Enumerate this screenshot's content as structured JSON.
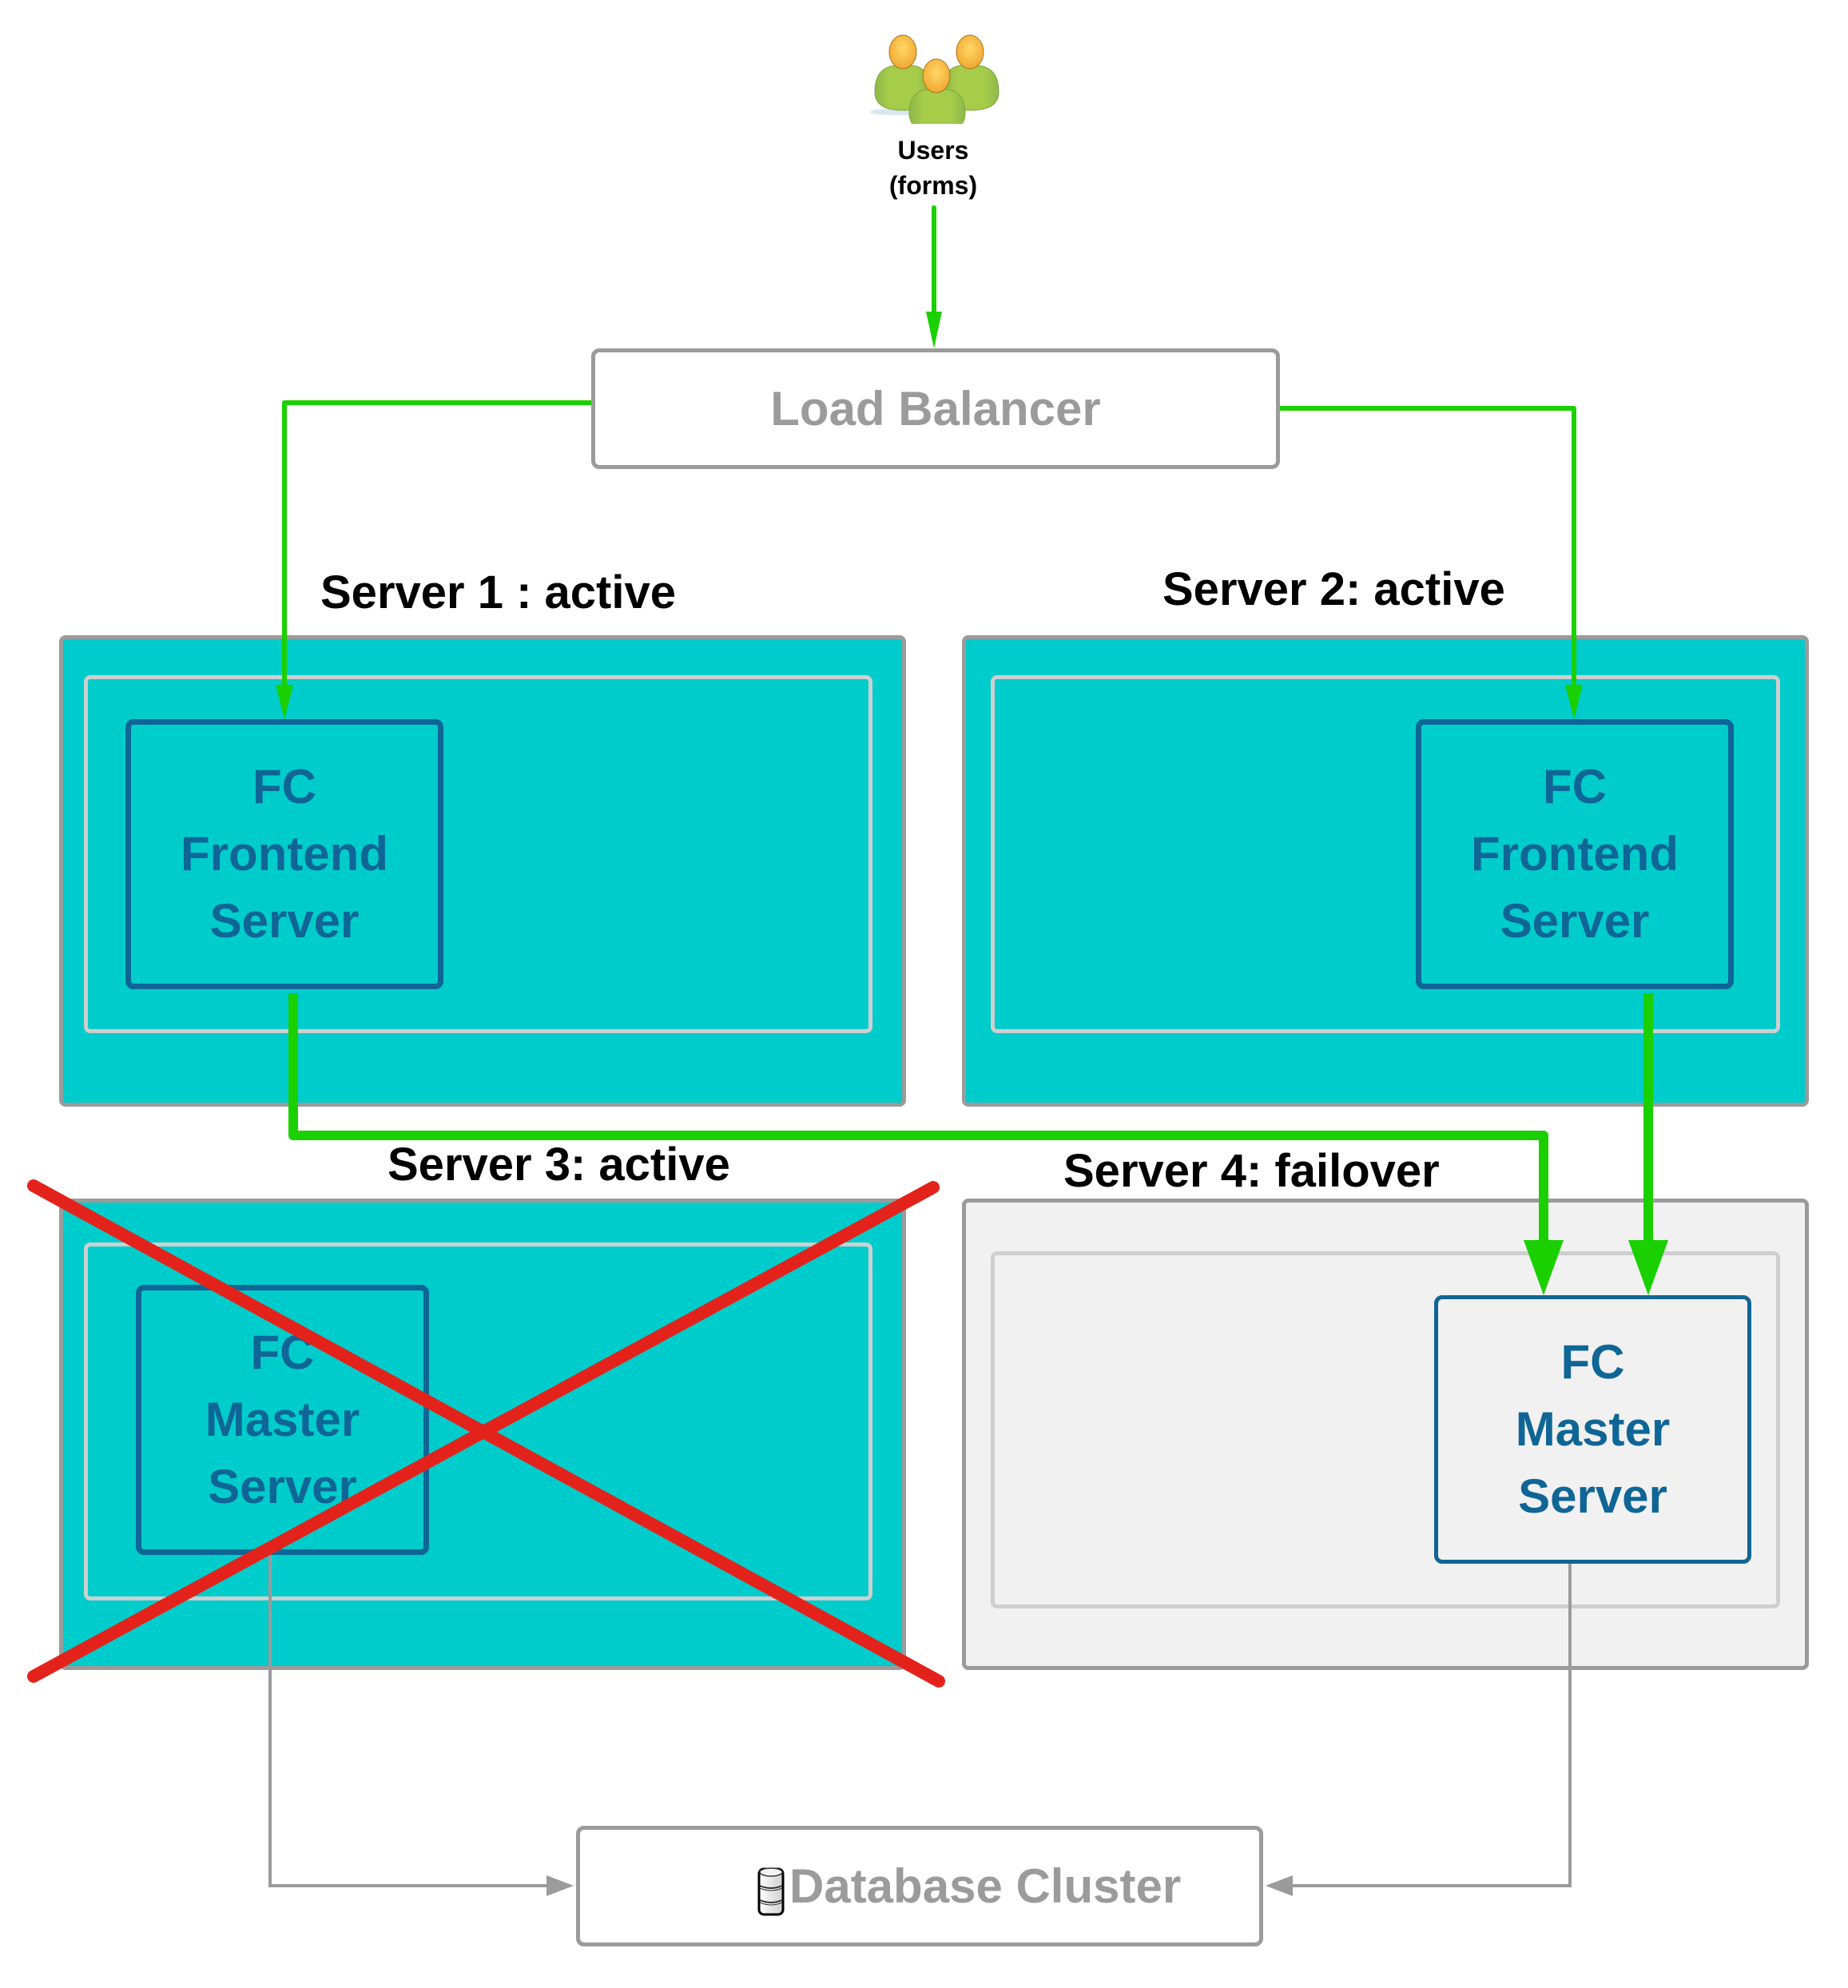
{
  "users": {
    "label_line1": "Users",
    "label_line2": "(forms)",
    "icon": "users-group-icon"
  },
  "load_balancer": {
    "label": "Load Balancer"
  },
  "servers": [
    {
      "label": "Server 1 : active",
      "status": "active",
      "component": [
        "FC",
        "Frontend",
        "Server"
      ]
    },
    {
      "label": "Server 2: active",
      "status": "active",
      "component": [
        "FC",
        "Frontend",
        "Server"
      ]
    },
    {
      "label": "Server 3: active",
      "status": "active",
      "failed": true,
      "component": [
        "FC",
        "Master",
        "Server"
      ]
    },
    {
      "label": "Server 4: failover",
      "status": "failover",
      "component": [
        "FC",
        "Master",
        "Server"
      ]
    }
  ],
  "database": {
    "label": "Database Cluster",
    "icon": "database-icon"
  },
  "colors": {
    "active_server": "#00cccc",
    "failover_server": "#f1f1f1",
    "component_text": "#0f6696",
    "traffic_arrow": "#1ad000",
    "db_connection": "#9b9b9b",
    "failure_cross": "#e3231b"
  }
}
